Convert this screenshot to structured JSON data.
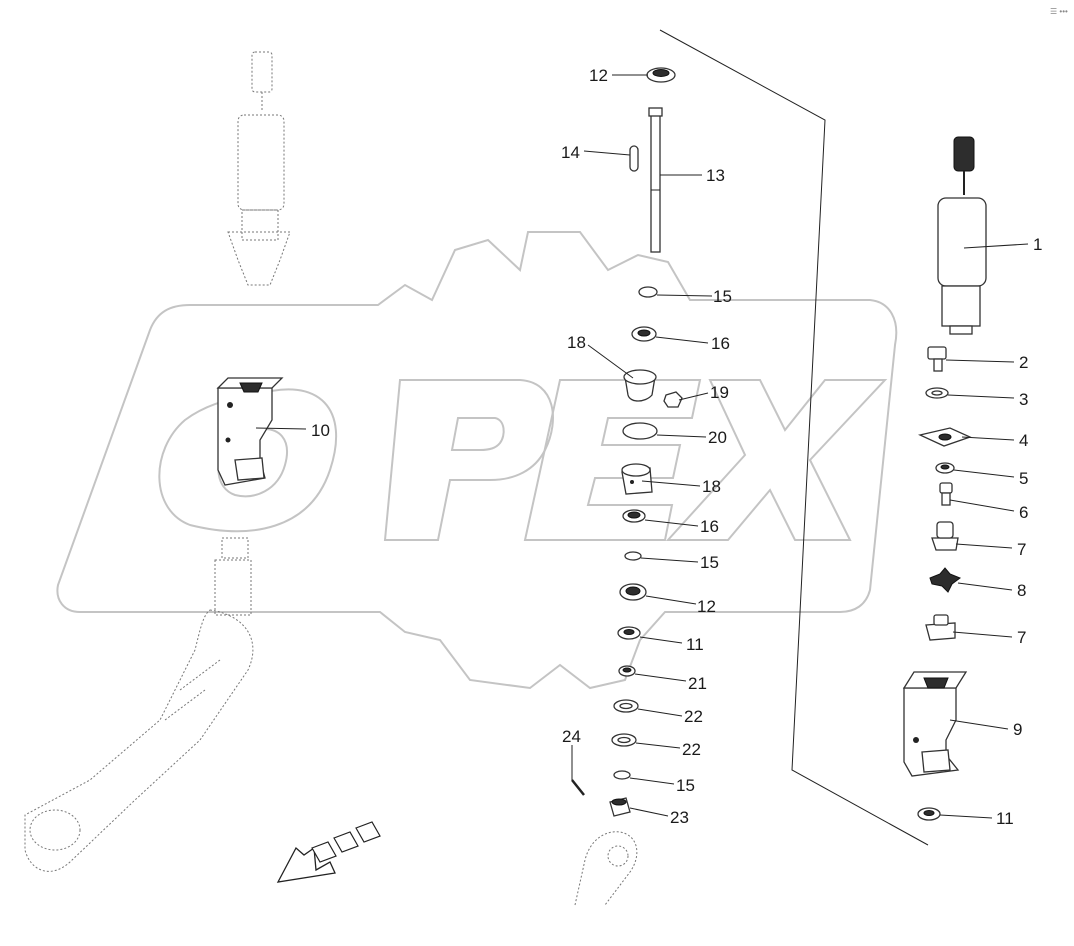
{
  "corner_marks": "☰ •••",
  "parts": [
    {
      "id": "lbl-1",
      "text": "1"
    },
    {
      "id": "lbl-2",
      "text": "2"
    },
    {
      "id": "lbl-3",
      "text": "3"
    },
    {
      "id": "lbl-4",
      "text": "4"
    },
    {
      "id": "lbl-5",
      "text": "5"
    },
    {
      "id": "lbl-6",
      "text": "6"
    },
    {
      "id": "lbl-7a",
      "text": "7"
    },
    {
      "id": "lbl-8",
      "text": "8"
    },
    {
      "id": "lbl-7b",
      "text": "7"
    },
    {
      "id": "lbl-9",
      "text": "9"
    },
    {
      "id": "lbl-11c",
      "text": "11"
    },
    {
      "id": "lbl-12a",
      "text": "12"
    },
    {
      "id": "lbl-14",
      "text": "14"
    },
    {
      "id": "lbl-13",
      "text": "13"
    },
    {
      "id": "lbl-15a",
      "text": "15"
    },
    {
      "id": "lbl-16a",
      "text": "16"
    },
    {
      "id": "lbl-18a",
      "text": "18"
    },
    {
      "id": "lbl-19",
      "text": "19"
    },
    {
      "id": "lbl-20",
      "text": "20"
    },
    {
      "id": "lbl-18b",
      "text": "18"
    },
    {
      "id": "lbl-16b",
      "text": "16"
    },
    {
      "id": "lbl-15b",
      "text": "15"
    },
    {
      "id": "lbl-12b",
      "text": "12"
    },
    {
      "id": "lbl-11a",
      "text": "11"
    },
    {
      "id": "lbl-21",
      "text": "21"
    },
    {
      "id": "lbl-22a",
      "text": "22"
    },
    {
      "id": "lbl-22b",
      "text": "22"
    },
    {
      "id": "lbl-15c",
      "text": "15"
    },
    {
      "id": "lbl-23",
      "text": "23"
    },
    {
      "id": "lbl-24",
      "text": "24"
    },
    {
      "id": "lbl-10",
      "text": "10"
    }
  ]
}
